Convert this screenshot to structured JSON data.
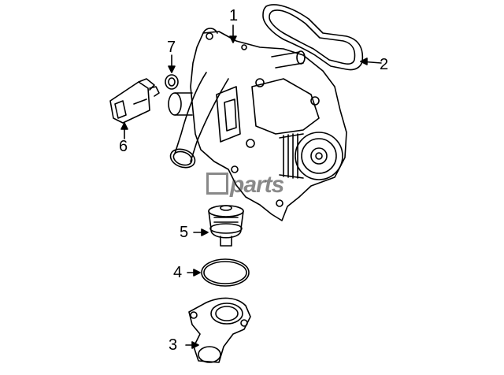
{
  "callouts": {
    "c1": "1",
    "c2": "2",
    "c3": "3",
    "c4": "4",
    "c5": "5",
    "c6": "6",
    "c7": "7"
  },
  "watermark": "parts",
  "colors": {
    "line": "#000000",
    "background": "#ffffff"
  }
}
